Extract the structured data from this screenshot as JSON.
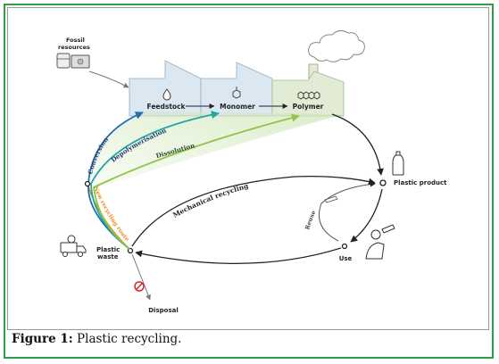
{
  "diagram": {
    "nodes": {
      "fossil_resources": [
        "Fossil",
        "resources"
      ],
      "feedstock": "Feedstock",
      "monomer": "Monomer",
      "polymer": "Polymer",
      "plastic_product": "Plastic product",
      "use": "Use",
      "plastic_waste": [
        "Plastic",
        "waste"
      ],
      "disposal": "Disposal"
    },
    "paths": {
      "conversion": "Conversion",
      "depolymerisation": "Depolymerisation",
      "dissolution": "Dissolution",
      "mechanical_recycling": "Mechanical recycling",
      "new_recycling_routes": "New recycling routes",
      "reuse": "Reuse"
    },
    "colors": {
      "conversion": "#1e6fb0",
      "depolymerisation": "#23a6a0",
      "dissolution": "#8fc34a",
      "new_recycling_routes": "#f08a1e",
      "factory": "#dbe8f2",
      "polymer_building": "#e2ecd4",
      "disposal_sign": "#d62828",
      "frame": "#2e9e48"
    }
  },
  "caption": {
    "label": "Figure 1:",
    "text": "Plastic recycling."
  }
}
